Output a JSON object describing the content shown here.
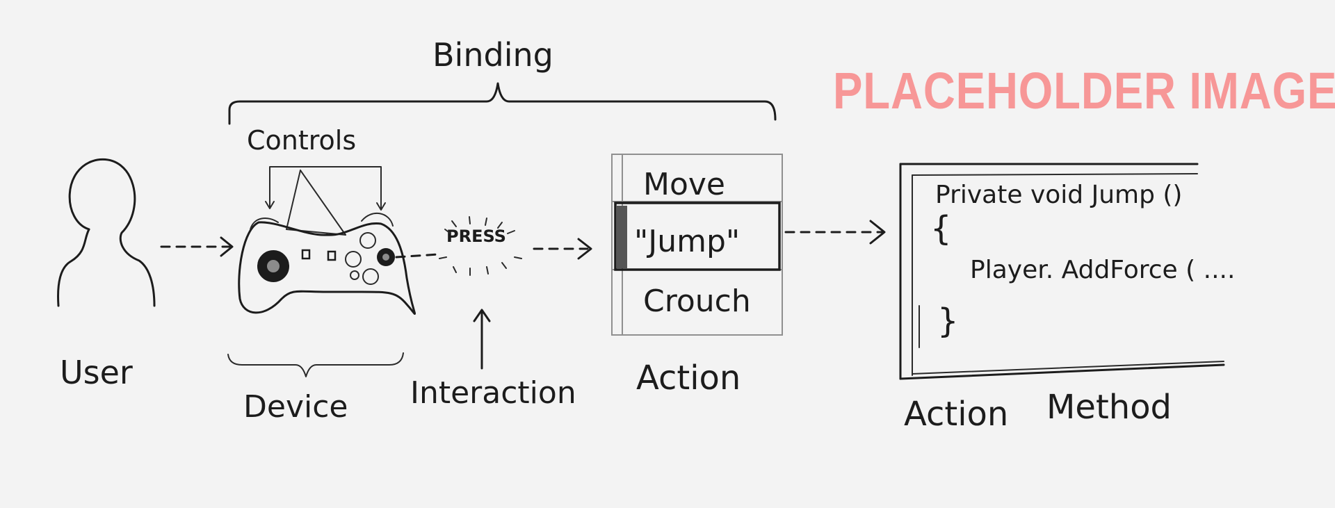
{
  "watermark": "PLACEHOLDER IMAGE",
  "labels": {
    "binding": "Binding",
    "controls": "Controls",
    "user": "User",
    "device": "Device",
    "interaction": "Interaction",
    "press": "PRESS",
    "action": "Action",
    "action_method_a": "Action",
    "action_method_b": "Method"
  },
  "actions": [
    "Move",
    "\"Jump\"",
    "Crouch"
  ],
  "code": {
    "line1": "Private void Jump ()",
    "open_brace": "{",
    "line2": "Player. AddForce ( ....",
    "close_brace": "}"
  },
  "colors": {
    "ink": "#1c1c1c",
    "watermark": "#f79797",
    "paper": "#f3f3f3"
  }
}
